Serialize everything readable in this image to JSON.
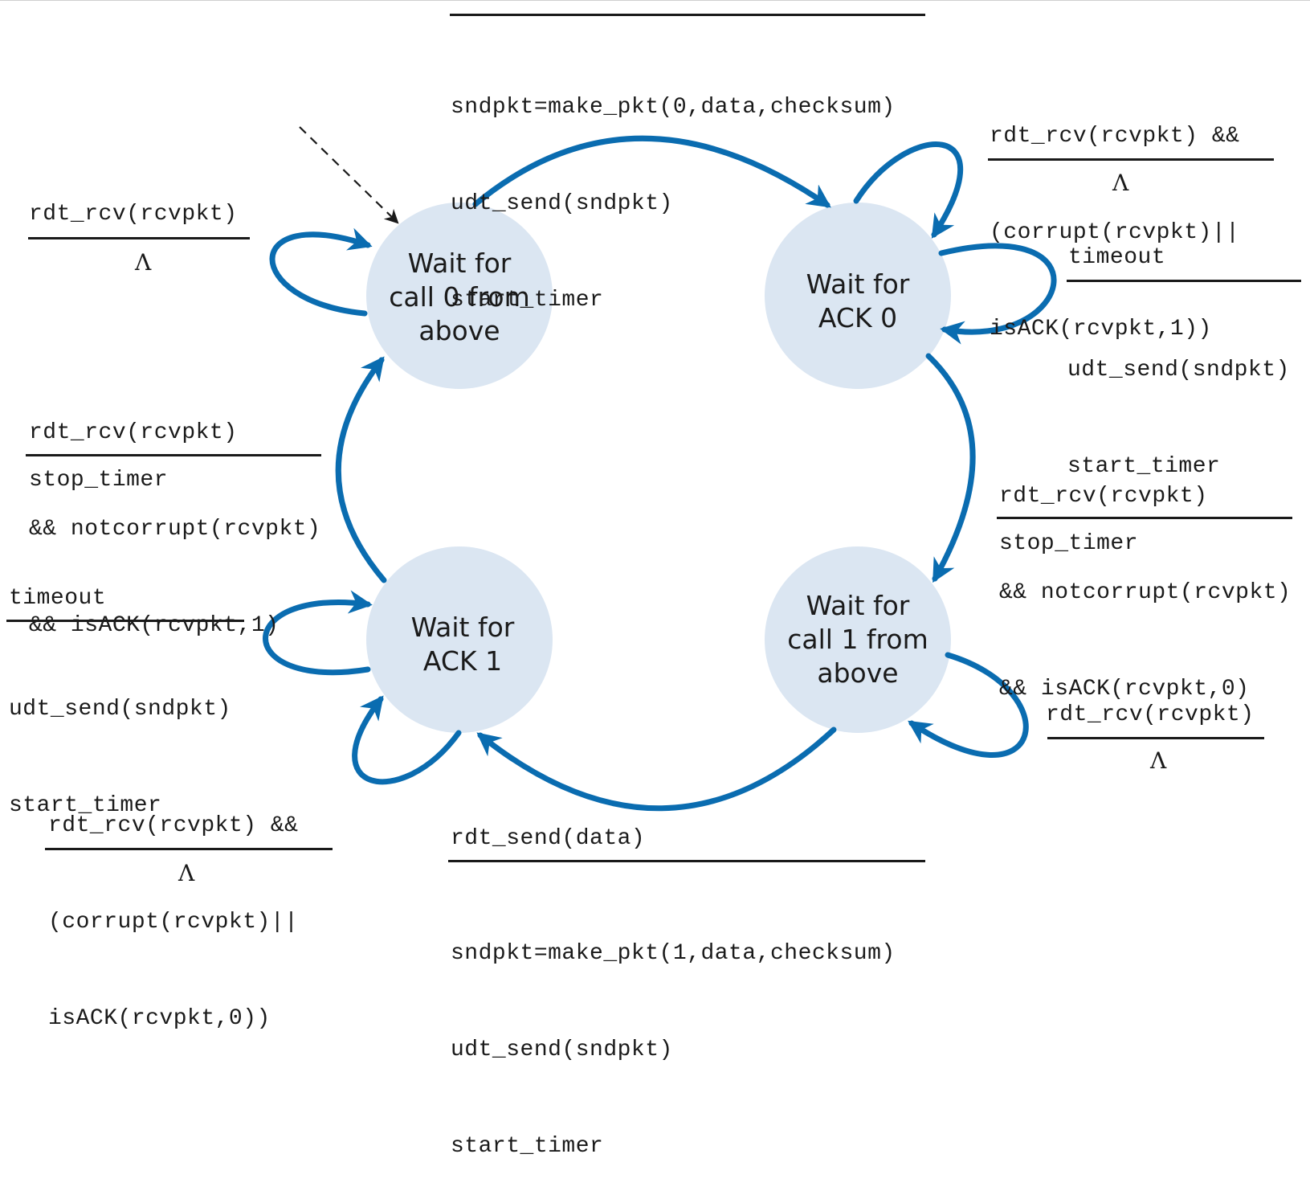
{
  "states": {
    "call0": [
      "Wait for",
      "call 0 from",
      "above"
    ],
    "ack0": [
      "Wait for",
      "ACK 0"
    ],
    "call1": [
      "Wait for",
      "call 1 from",
      "above"
    ],
    "ack1": [
      "Wait for",
      "ACK 1"
    ]
  },
  "lambda": "Λ",
  "transitions": {
    "call0_to_ack0": {
      "action": [
        "sndpkt=make_pkt(0,data,checksum)",
        "udt_send(sndpkt)",
        "start_timer"
      ]
    },
    "ack0_self_corrupt": {
      "event": [
        "rdt_rcv(rcvpkt) &&",
        "(corrupt(rcvpkt)||",
        "isACK(rcvpkt,1))"
      ]
    },
    "ack0_timeout": {
      "event": "timeout",
      "action": [
        "udt_send(sndpkt)",
        "start_timer"
      ]
    },
    "ack0_to_call1": {
      "event": [
        "rdt_rcv(rcvpkt)",
        "&& notcorrupt(rcvpkt)",
        "&& isACK(rcvpkt,0)"
      ],
      "action": "stop_timer"
    },
    "call1_self": {
      "event": "rdt_rcv(rcvpkt)"
    },
    "call1_to_ack1": {
      "event": "rdt_send(data)",
      "action": [
        "sndpkt=make_pkt(1,data,checksum)",
        "udt_send(sndpkt)",
        "start_timer"
      ]
    },
    "ack1_self_corrupt": {
      "event": [
        "rdt_rcv(rcvpkt) &&",
        "(corrupt(rcvpkt)||",
        "isACK(rcvpkt,0))"
      ]
    },
    "ack1_timeout": {
      "event": "timeout",
      "action": [
        "udt_send(sndpkt)",
        "start_timer"
      ]
    },
    "ack1_to_call0": {
      "event": [
        "rdt_rcv(rcvpkt)",
        "&& notcorrupt(rcvpkt)",
        "&& isACK(rcvpkt,1)"
      ],
      "action": "stop_timer"
    },
    "call0_self": {
      "event": "rdt_rcv(rcvpkt)"
    }
  },
  "colors": {
    "arrow": "#0a6cb0",
    "state_fill": "#dbe6f2",
    "initial_arrow": "#1a1a1a"
  }
}
